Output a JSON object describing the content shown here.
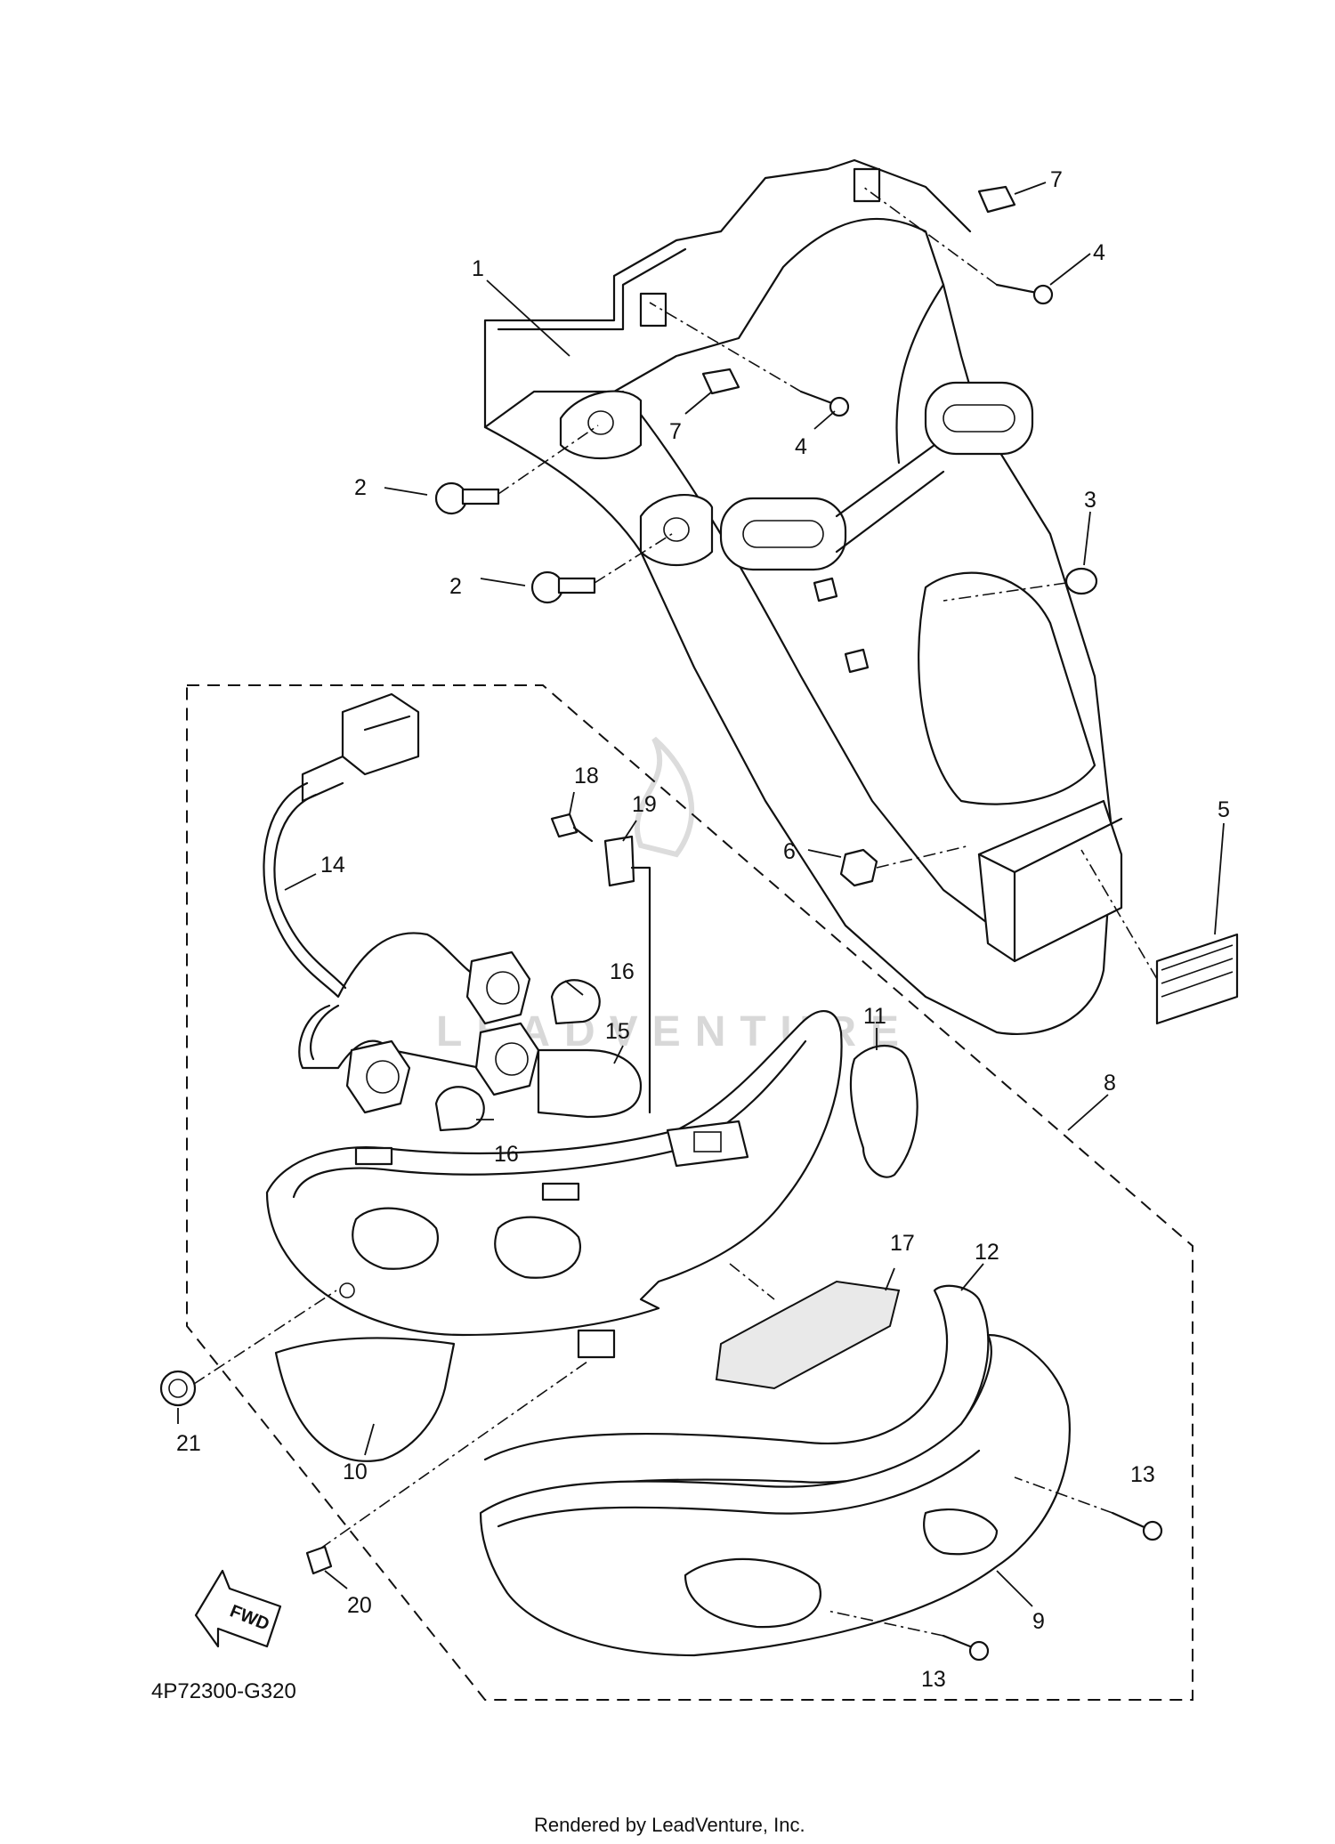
{
  "diagram": {
    "drawing_code": "4P72300-G320",
    "credit": "Rendered by LeadVenture, Inc.",
    "fwd_label": "FWD",
    "watermark": "LEADVENTURE",
    "callouts": [
      "1",
      "2",
      "2",
      "3",
      "4",
      "4",
      "5",
      "6",
      "7",
      "7",
      "8",
      "9",
      "10",
      "11",
      "12",
      "13",
      "13",
      "14",
      "15",
      "16",
      "16",
      "17",
      "18",
      "19",
      "20",
      "21"
    ]
  }
}
